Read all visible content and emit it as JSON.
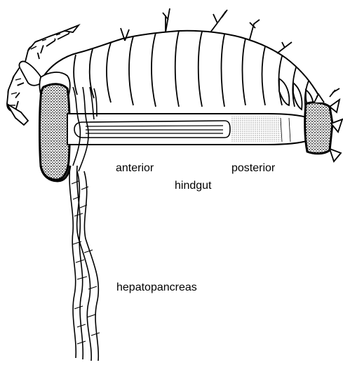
{
  "labels": {
    "anterior": "anterior",
    "hindgut": "hindgut",
    "posterior": "posterior",
    "hepatopancreas": "hepatopancreas"
  },
  "colors": {
    "ink": "#000000",
    "paper": "#ffffff"
  }
}
